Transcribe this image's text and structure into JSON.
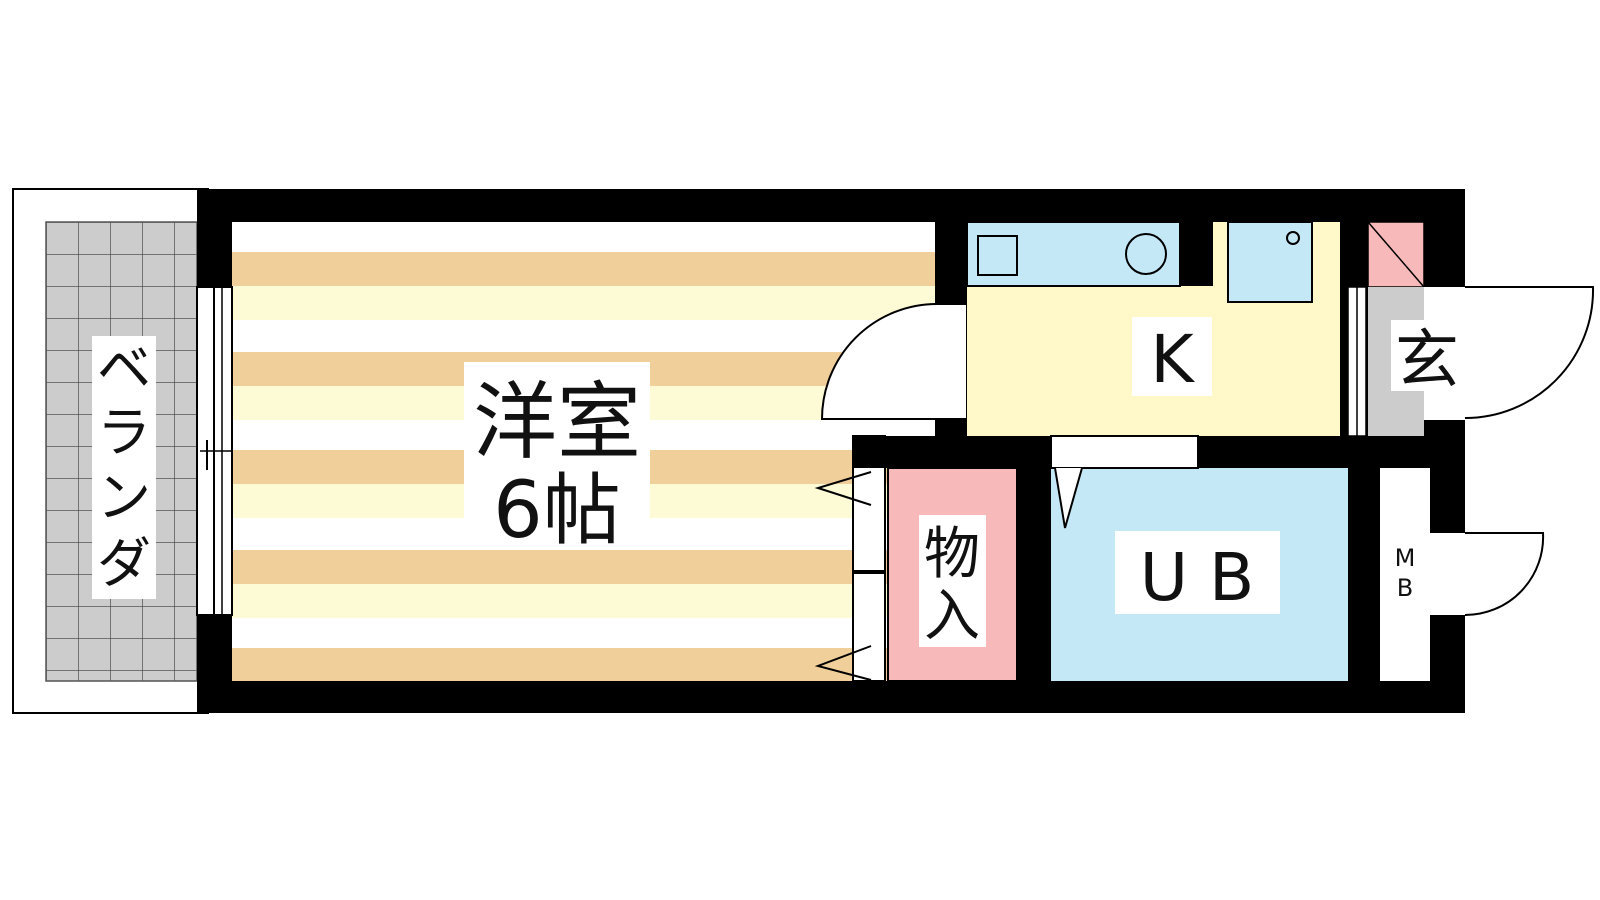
{
  "rooms": {
    "western_room": {
      "name": "洋室",
      "size": "6帖"
    },
    "balcony": {
      "chars": [
        "ベ",
        "ラ",
        "ン",
        "ダ"
      ]
    },
    "kitchen": {
      "label": "K"
    },
    "entrance": {
      "label": "玄"
    },
    "storage": {
      "chars": [
        "物",
        "入"
      ]
    },
    "unit_bath": {
      "label": "U B"
    },
    "meter_box": {
      "chars": [
        "M",
        "B"
      ]
    }
  },
  "colors": {
    "wall": "#000000",
    "floor_stripe_dark": "#f0cf9a",
    "floor_stripe_light": "#fdfad6",
    "kitchen_floor": "#fff8c8",
    "kitchen_fixtures": "#c5e8f7",
    "unit_bath": "#c5e8f7",
    "storage": "#f7b9b9",
    "entrance_floor": "#cccccc",
    "shoe_box": "#f7b9b9",
    "balcony_tile": "#cccccc"
  }
}
